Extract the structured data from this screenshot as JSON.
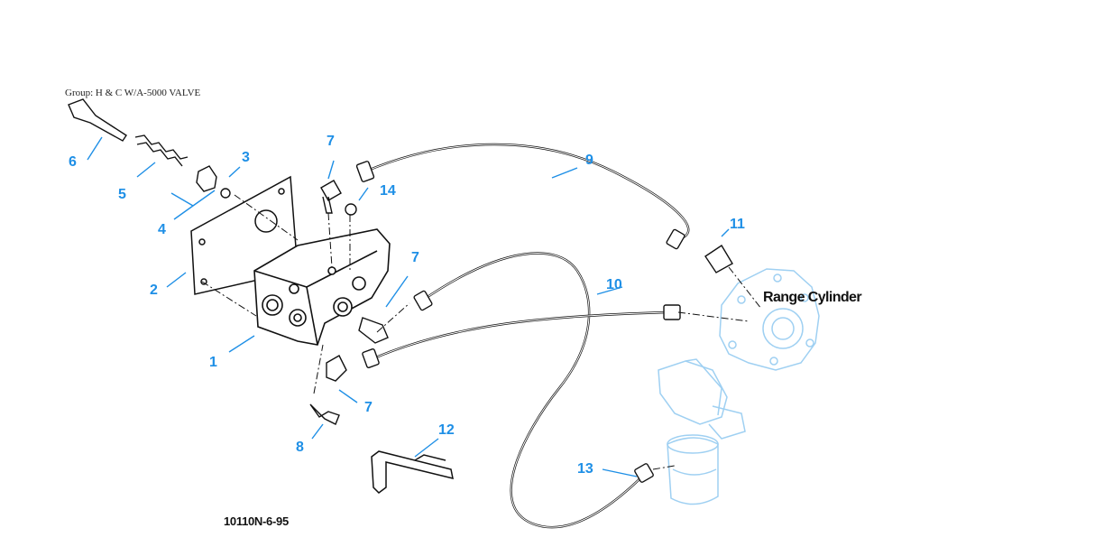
{
  "header": {
    "group": "Group: H & C W/A-5000 VALVE"
  },
  "figure_id": "10110N-6-95",
  "labels": {
    "range_cylinder": "Range Cylinder"
  },
  "callouts": {
    "c1": "1",
    "c2": "2",
    "c3": "3",
    "c4": "4",
    "c5": "5",
    "c6": "6",
    "c7a": "7",
    "c7b": "7",
    "c7c": "7",
    "c8": "8",
    "c9": "9",
    "c10": "10",
    "c11": "11",
    "c12": "12",
    "c13": "13",
    "c14": "14"
  },
  "colors": {
    "callout": "#1e8fe6",
    "ghost_parts": "#9fd0f2",
    "line_art": "#111111"
  }
}
